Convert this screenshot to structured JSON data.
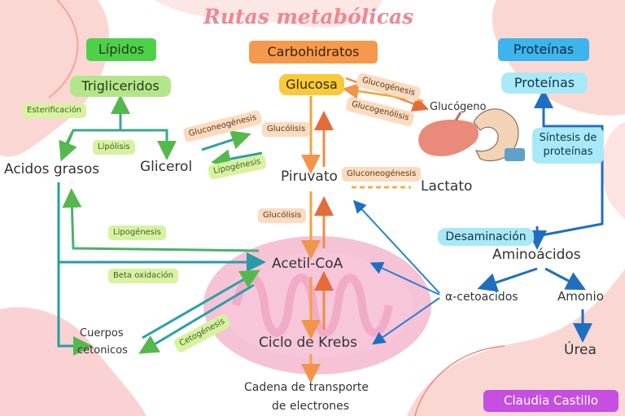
{
  "title": "Rutas metabólicas",
  "headers": {
    "lipidos": "Lípidos",
    "carbohidratos": "Carbohidratos",
    "proteinas": "Proteínas"
  },
  "nodes": {
    "trigliceridos": "Trigliceridos",
    "glucosa": "Glucosa",
    "proteinas": "Proteínas",
    "glucogeno": "Glucógeno",
    "acidos_grasos": "Acidos grasos",
    "glicerol": "Glicerol",
    "piruvato": "Piruvato",
    "lactato": "Lactato",
    "acetil_coa": "Acetil-CoA",
    "ciclo_krebs": "Ciclo de Krebs",
    "cadena_line1": "Cadena de transporte",
    "cadena_line2": "de electrones",
    "cuerpos_line1": "Cuerpos",
    "cuerpos_line2": "cetonicos",
    "desaminacion": "Desaminación",
    "aminoacidos": "Aminoácidos",
    "cetoacidos": "α-cetoacidos",
    "amonio": "Amonio",
    "urea": "Úrea",
    "sintesis_line1": "Síntesis de",
    "sintesis_line2": "proteínas"
  },
  "process_labels": {
    "esterificacion": "Esterificación",
    "lipolisis": "Lipólisis",
    "gluconeogenesis_1": "Gluconeogénesis",
    "lipogenesis_1": "Lipogénesis",
    "glucolisis_1": "Glucólisis",
    "glucogenesis": "Glucogénesis",
    "glucogenolisis": "Glucogenólisis",
    "gluconeogenesis_2": "Gluconeogénesis",
    "glucolisis_2": "Glucólisis",
    "lipogenesis_2": "Lipogénesis",
    "beta_oxidacion": "Beta oxidación",
    "cetogenesis": "Cetogénesis"
  },
  "author": "Claudia Castillo",
  "colors": {
    "title": "#ee8893",
    "lipidos_header": "#4fd04a",
    "carbohidratos_header": "#f59a4c",
    "proteinas_header": "#3db5ec",
    "trigliceridos_pill": "#b5e58a",
    "glucosa_pill": "#f8c93a",
    "proteinas_pill": "#a9e9f7",
    "green_tag": "#d6f3a0",
    "orange_tag": "#fbdcc0",
    "author_pill": "#c64ee0",
    "mito": "#f3b2cd"
  },
  "icons": [
    "liver-icon",
    "muscle-arm-icon",
    "mitochondria-shape"
  ]
}
